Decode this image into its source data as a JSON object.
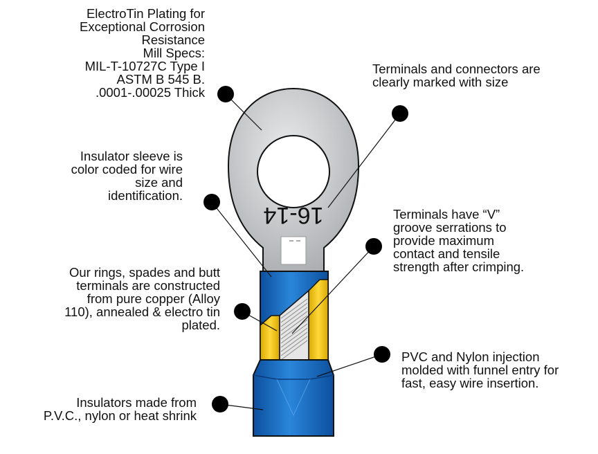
{
  "callouts": {
    "plating": "ElectroTin Plating for\nExceptional Corrosion\nResistance\nMill Specs:\nMIL-T-10727C Type I\nASTM B 545 B.\n.0001-.00025 Thick",
    "marking": "Terminals and connectors are\nclearly marked with size",
    "sleeve": "Insulator sleeve is\ncolor coded for wire\nsize and\nidentification.",
    "serrations": "Terminals have “V”\ngroove serrations to\nprovide maximum\ncontact and tensile\nstrength after crimping.",
    "copper": "Our rings, spades and butt\nterminals are constructed\nfrom pure copper (Alloy\n110), annealed & electro tin\nplated.",
    "injection": "PVC and Nylon injection\nmolded with funnel entry for\nfast, easy wire insertion.",
    "insulators": "Insulators made from\nP.V.C., nylon or heat shrink"
  },
  "terminal_marking": "16-14",
  "colors": {
    "ring": "#c9cbcd",
    "insulator": "#1e6fc4",
    "brass": "#f2c200",
    "outline": "#111111",
    "dot": "#000000"
  }
}
